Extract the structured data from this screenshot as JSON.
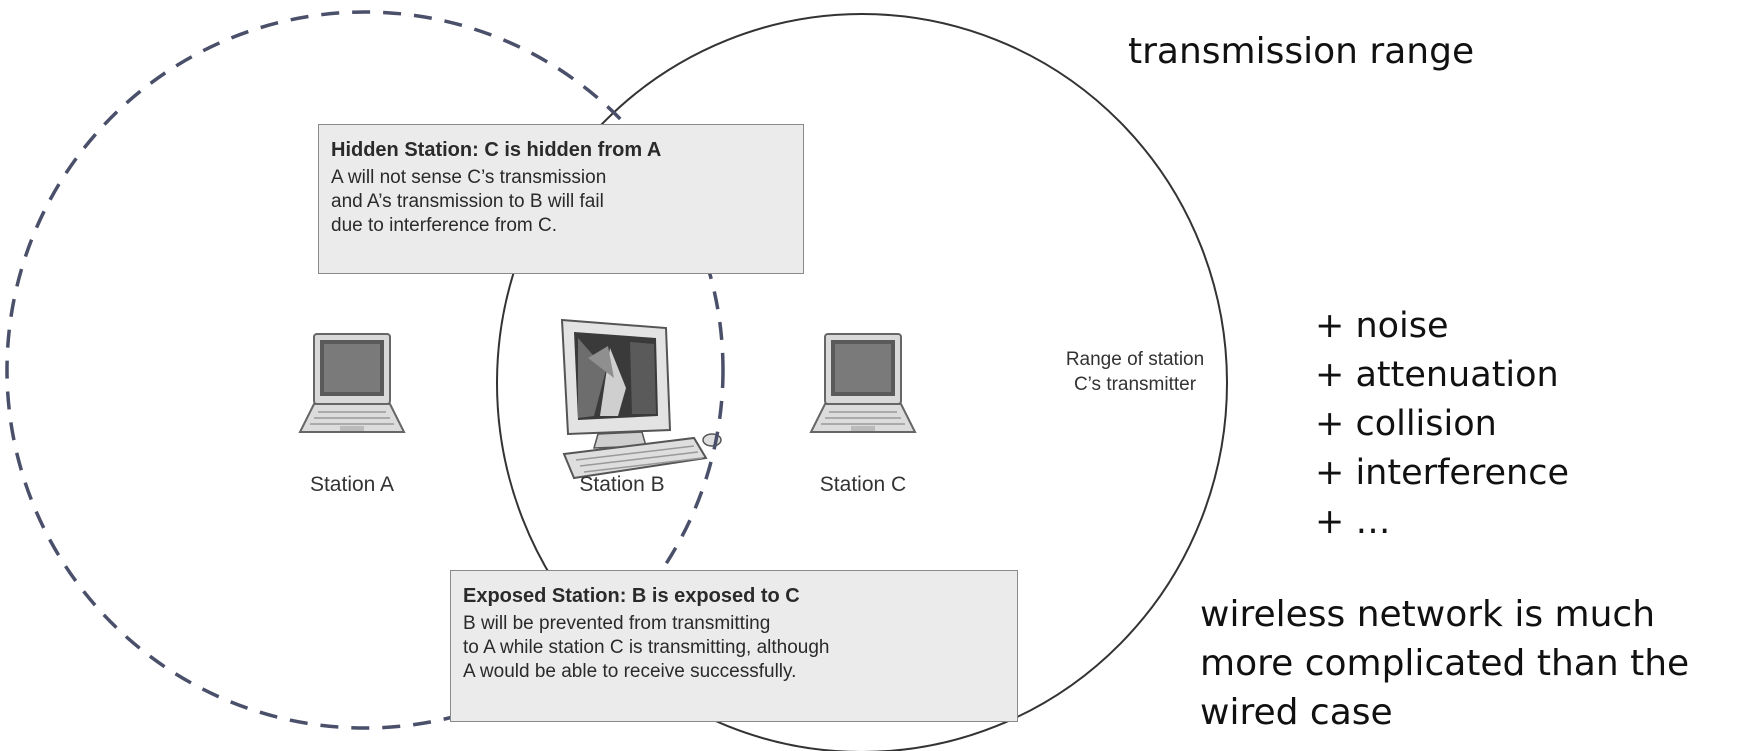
{
  "header": {
    "title": "transmission range"
  },
  "factors": [
    "+ noise",
    "+ attenuation",
    "+ collision",
    "+ interference",
    "+ …"
  ],
  "note": {
    "line1": "wireless network is much",
    "line2": "more complicated than the",
    "line3": "wired case"
  },
  "figure": {
    "hidden_box": {
      "title": "Hidden Station: C is hidden from A",
      "line1": "A will not sense C’s transmission",
      "line2": "and A’s transmission to B will fail",
      "line3": "due to interference from C."
    },
    "exposed_box": {
      "title": "Exposed Station: B is exposed to C",
      "line1": "B will be prevented from transmitting",
      "line2": "to A while station C is transmitting, although",
      "line3": "A would be able to receive successfully."
    },
    "stations": {
      "a": "Station A",
      "b": "Station B",
      "c": "Station C"
    },
    "range_label": "Range of station C’s transmitter"
  },
  "colors": {
    "dashed_circle": "#4a4f6a",
    "solid_circle": "#333333",
    "box_fill": "#ebebeb",
    "box_border": "#8a8a8a"
  }
}
